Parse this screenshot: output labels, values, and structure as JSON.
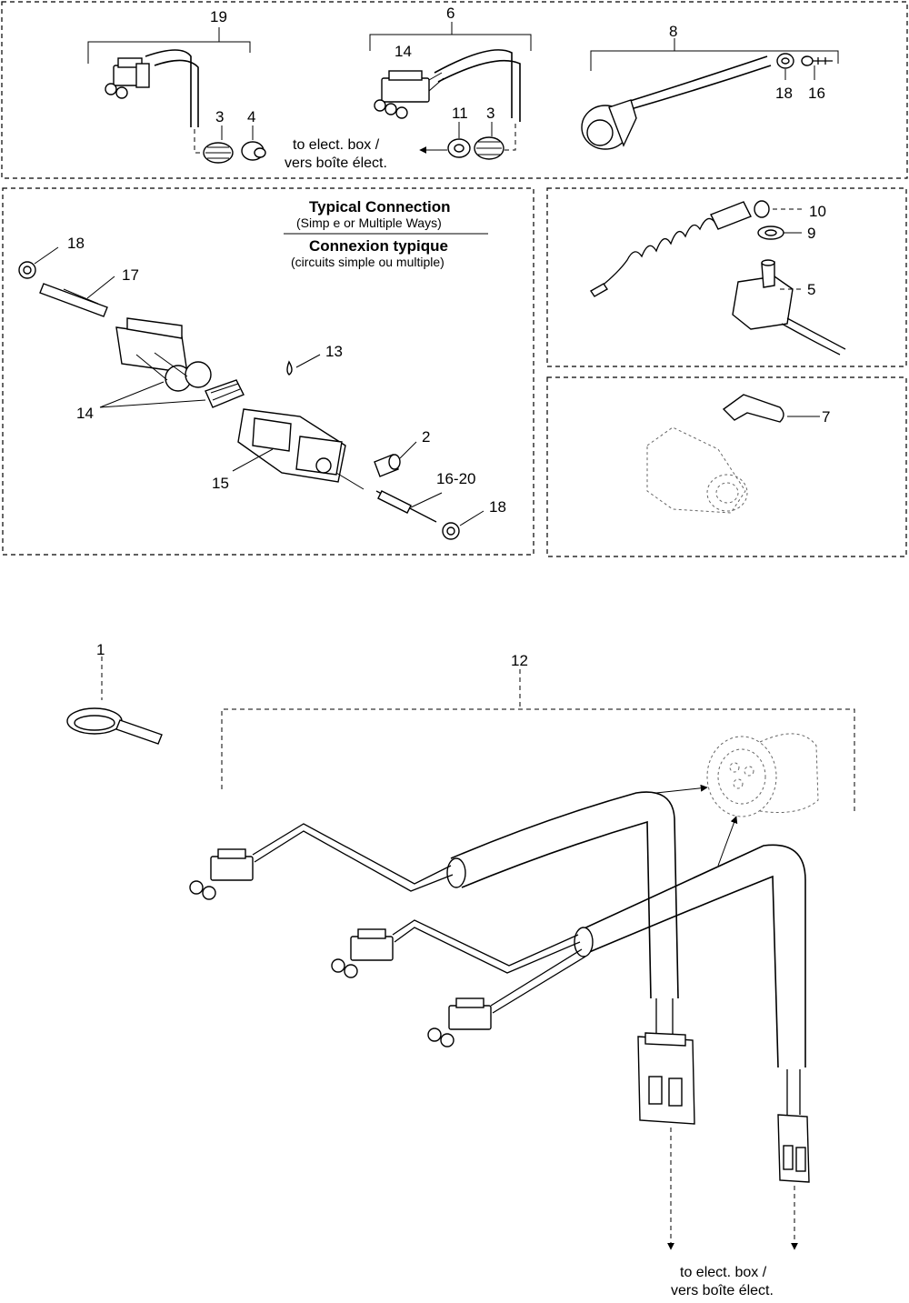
{
  "callouts": {
    "p19": "19",
    "p6": "6",
    "p14_top": "14",
    "p8": "8",
    "p3_left": "3",
    "p4": "4",
    "p11": "11",
    "p3_right": "3",
    "p18_top": "18",
    "p16_top": "16",
    "p10": "10",
    "p9": "9",
    "p5": "5",
    "p7": "7",
    "p18_left": "18",
    "p17": "17",
    "p13": "13",
    "p14_mid": "14",
    "p2": "2",
    "p16_20": "16-20",
    "p15": "15",
    "p18_right": "18",
    "p1": "1",
    "p12": "12"
  },
  "notes": {
    "elect_box_top_line1": "to elect. box /",
    "elect_box_top_line2": "vers boîte élect.",
    "elect_box_bottom_line1": "to elect. box /",
    "elect_box_bottom_line2": "vers boîte élect."
  },
  "typical_connection": {
    "title_en": "Typical Connection",
    "subtitle_en": "(Simp e or Multiple Ways)",
    "title_fr": "Connexion typique",
    "subtitle_fr": "(circuits simple ou multiple)"
  }
}
